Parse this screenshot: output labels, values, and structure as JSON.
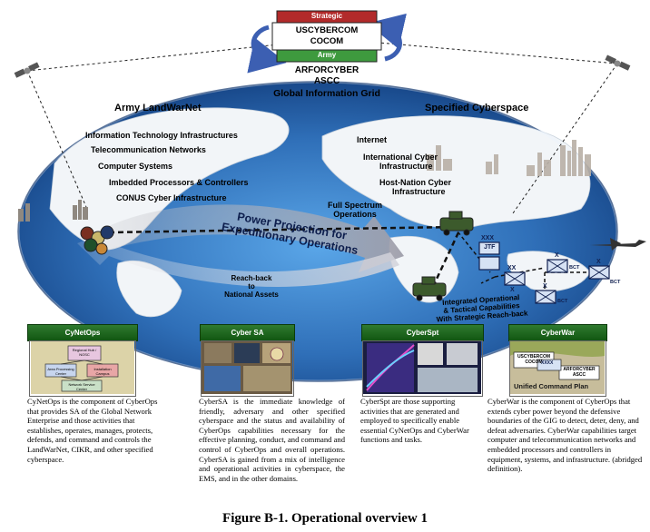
{
  "top": {
    "strategic_label": "Strategic",
    "uscybercom": "USCYBERCOM",
    "cocom": "COCOM",
    "army_label": "Army",
    "arforcyber": "ARFORCYBER",
    "ascc": "ASCC",
    "gig": "Global Information  Grid"
  },
  "globe": {
    "left_header": "Army LandWarNet",
    "right_header": "Specified Cyberspace",
    "left_labels": [
      "Information Technology Infrastructures",
      "Telecommunication Networks",
      "Computer Systems",
      "Imbedded Processors & Controllers",
      "CONUS Cyber Infrastructure"
    ],
    "internet": "Internet",
    "intl_cyber": [
      "International Cyber",
      "Infrastructure"
    ],
    "host_nation": [
      "Host-Nation Cyber",
      "Infrastructure"
    ],
    "full_spectrum": [
      "Full Spectrum",
      "Operations"
    ],
    "power_projection": [
      "Power Projection for",
      "Expeditionary Operations"
    ],
    "reachback": [
      "Reach-back",
      "to",
      "National Assets"
    ],
    "integrated": [
      "Integrated Operational",
      "& Tactical Capabilities",
      "With Strategic Reach-back"
    ],
    "units": {
      "xxx": "XXX",
      "jtf": "JTF",
      "xx": "XX",
      "x1": "X",
      "x2": "X",
      "x3": "X",
      "x4": "X",
      "bct1": "BCT",
      "bct2": "BCT",
      "bct3": "BCT"
    }
  },
  "panels": [
    {
      "title": "CyNetOps",
      "description": "CyNetOps is the component of CyberOps that provides SA of the Global Network Enterprise and those activities that establishes, operates, manages, protects, defends, and command and controls the LandWarNet, CIKR, and other specified cyberspace."
    },
    {
      "title": "Cyber SA",
      "description": "CyberSA is the immediate knowledge of friendly, adversary and other specified cyberspace and the status and availability of CyberOps capabilities necessary for the effective planning, conduct, and command and control of CyberOps and overall operations. CyberSA is gained from a mix of intelligence and operational activities in cyberspace, the EMS, and in the other domains."
    },
    {
      "title": "CyberSpt",
      "description": "CyberSpt are those supporting activities that are generated and employed to specifically enable essential CyNetOps and CyberWar functions and tasks."
    },
    {
      "title": "CyberWar",
      "description": "CyberWar is the component of CyberOps that extends cyber power beyond the defensive boundaries of the GIG to detect, deter, deny, and defeat adversaries. CyberWar capabilities target computer and telecommunication networks and embedded processors and controllers in equipment, systems, and infrastructure. (abridged definition)."
    }
  ],
  "cyberwar_inset": {
    "box1": [
      "USCYBERCOM",
      "COCOM"
    ],
    "box2": [
      "ARFORCYBER",
      "ASCC"
    ],
    "xxxx": "XXXX",
    "plan": "Unified Command Plan"
  },
  "cynetops_inset": {
    "box1": "Regional Hub / NOSC",
    "box2": "Area Processing Center",
    "box3": "Installation Campus",
    "box4": "Network Service Center"
  },
  "caption": "Figure B-1.  Operational overview 1",
  "colors": {
    "ocean": "#2f6fb8",
    "land": "#f4f6f8",
    "panel_header": "#1f6b1f",
    "strategic": "#b22a2a",
    "army": "#3e9a3e",
    "arrow": "#3c5fb2"
  }
}
